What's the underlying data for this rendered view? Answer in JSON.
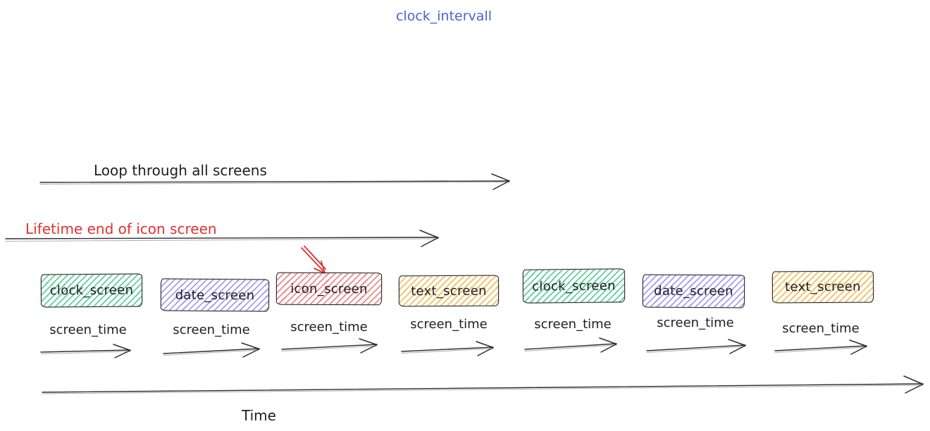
{
  "title": {
    "text": "clock_intervall",
    "color": "#4c5fd9"
  },
  "arrows": {
    "loop": {
      "label": "Loop through all screens",
      "color": "#2d2d2d"
    },
    "lifetime": {
      "label": "Lifetime end of icon screen",
      "color": "#e03131"
    },
    "time_axis": {
      "label": "Time",
      "color": "#2d2d2d"
    },
    "screen_time": {
      "label": "screen_time"
    }
  },
  "annotation": {
    "type": "red-arrow-pointer",
    "target": "icon_screen",
    "color": "#e03131"
  },
  "screens": [
    {
      "label": "clock_screen",
      "fill": "#5fcf9c"
    },
    {
      "label": "date_screen",
      "fill": "#a99bf0"
    },
    {
      "label": "icon_screen",
      "fill": "#ea8a8a"
    },
    {
      "label": "text_screen",
      "fill": "#f2c05e"
    },
    {
      "label": "clock_screen",
      "fill": "#5fcf9c"
    },
    {
      "label": "date_screen",
      "fill": "#a99bf0"
    },
    {
      "label": "text_screen",
      "fill": "#f2c05e"
    }
  ],
  "colors": {
    "stroke": "#2d2d2d",
    "box_border": "#2b2b2b",
    "text": "#1e1e1e"
  }
}
